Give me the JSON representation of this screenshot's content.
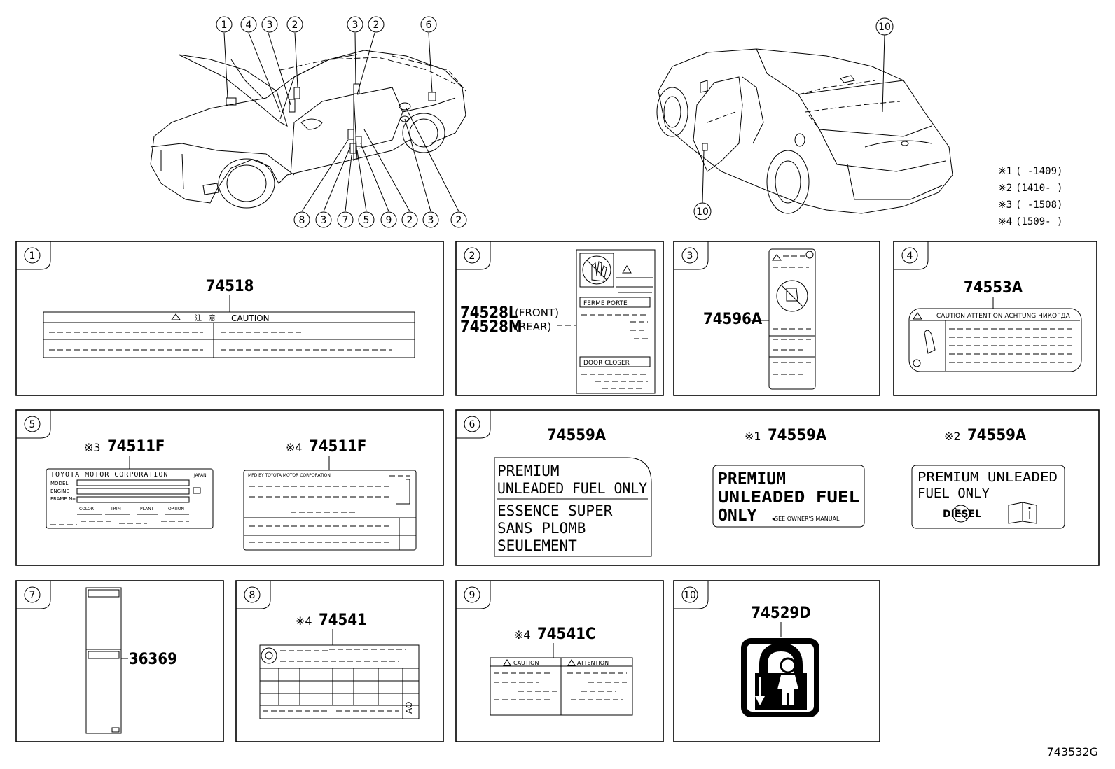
{
  "callouts_top": [
    "1",
    "4",
    "3",
    "2",
    "3",
    "2",
    "6",
    "10"
  ],
  "callouts_bottom": [
    "8",
    "3",
    "7",
    "5",
    "9",
    "2",
    "3",
    "2"
  ],
  "callout_rear_bottom": "10",
  "notes": [
    {
      "mark": "※1",
      "text": "(      -1409)"
    },
    {
      "mark": "※2",
      "text": "(1410-      )"
    },
    {
      "mark": "※3",
      "text": "(      -1508)"
    },
    {
      "mark": "※4",
      "text": "(1509-      )"
    }
  ],
  "panels": {
    "p1": {
      "num": "1",
      "part": "74518",
      "caution": "CAUTION",
      "kanji": "注　意"
    },
    "p2": {
      "num": "2",
      "part1": "74528L",
      "suffix1": "(FRONT)",
      "part2": "74528M",
      "suffix2": "(REAR)",
      "fr": "FERME PORTE",
      "dc": "DOOR CLOSER"
    },
    "p3": {
      "num": "3",
      "part": "74596A"
    },
    "p4": {
      "num": "4",
      "part": "74553A",
      "header": "CAUTION  ATTENTION  ACHTUNG  НИКОГДА"
    },
    "p5": {
      "num": "5",
      "part_a_mark": "※3",
      "part_a": "74511F",
      "part_b_mark": "※4",
      "part_b": "74511F",
      "corp": "TOYOTA MOTOR CORPORATION",
      "corp2": "MFD BY TOYOTA MOTOR CORPORATION",
      "japan": "JAPAN",
      "model": "MODEL",
      "engine": "ENGINE",
      "frame": "FRAME No.",
      "cols": [
        "COLOR",
        "TRIM",
        "PLANT",
        "OPTION"
      ]
    },
    "p6": {
      "num": "6",
      "a": {
        "part": "74559A",
        "lines": [
          "PREMIUM",
          "UNLEADED FUEL ONLY",
          "ESSENCE SUPER",
          "SANS PLOMB",
          "SEULEMENT"
        ]
      },
      "b": {
        "mark": "※1",
        "part": "74559A",
        "lines": [
          "PREMIUM",
          "UNLEADED FUEL",
          "ONLY"
        ],
        "small": "◂SEE OWNER'S MANUAL"
      },
      "c": {
        "mark": "※2",
        "part": "74559A",
        "lines": [
          "PREMIUM UNLEADED",
          "FUEL ONLY"
        ],
        "diesel": "DIESEL"
      }
    },
    "p7": {
      "num": "7",
      "part": "36369"
    },
    "p8": {
      "num": "8",
      "mark": "※4",
      "part": "74541",
      "side": "AO"
    },
    "p9": {
      "num": "9",
      "mark": "※4",
      "part": "74541C",
      "h1": "CAUTION",
      "h2": "ATTENTION"
    },
    "p10": {
      "num": "10",
      "part": "74529D"
    }
  },
  "figure_id": "743532G"
}
